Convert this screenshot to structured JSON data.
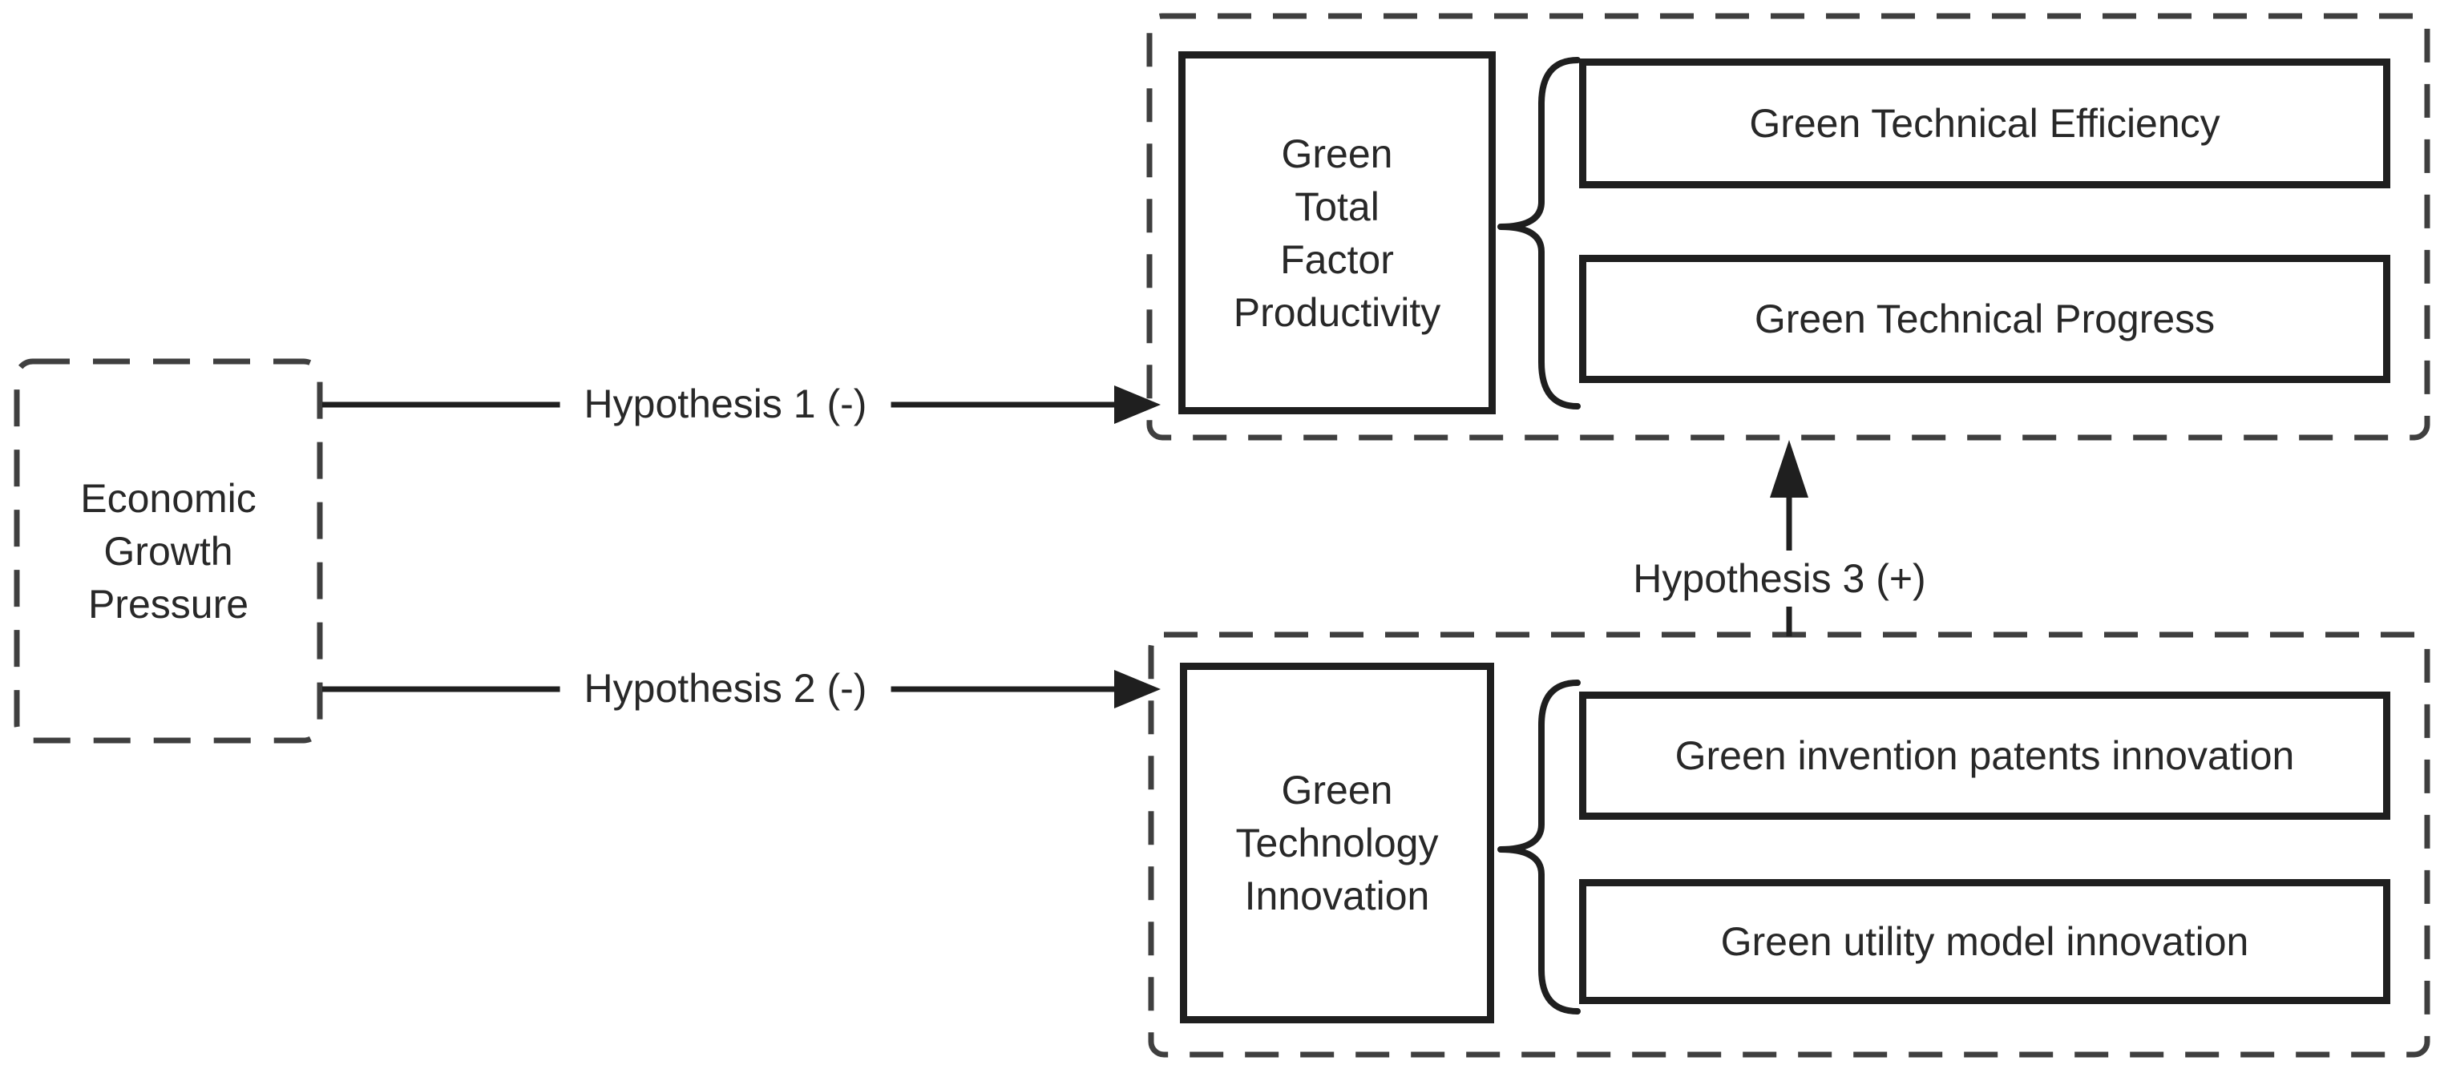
{
  "diagram": {
    "background": "#ffffff",
    "solid_stroke_color": "#1f1f1f",
    "dashed_stroke_color": "#3f3f3f",
    "text_color": "#282828",
    "economic_box": {
      "line1": "Economic",
      "line2": "Growth",
      "line3": "Pressure"
    },
    "arrows": {
      "hypothesis1": "Hypothesis 1 (-)",
      "hypothesis2": "Hypothesis 2 (-)",
      "hypothesis3": "Hypothesis 3 (+)"
    },
    "gtfp_group": {
      "main": {
        "line1": "Green",
        "line2": "Total",
        "line3": "Factor",
        "line4": "Productivity"
      },
      "sub1": "Green Technical Efficiency",
      "sub2": "Green Technical Progress"
    },
    "gti_group": {
      "main": {
        "line1": "Green",
        "line2": "Technology",
        "line3": "Innovation"
      },
      "sub1": "Green invention patents innovation",
      "sub2": "Green utility model innovation"
    }
  }
}
